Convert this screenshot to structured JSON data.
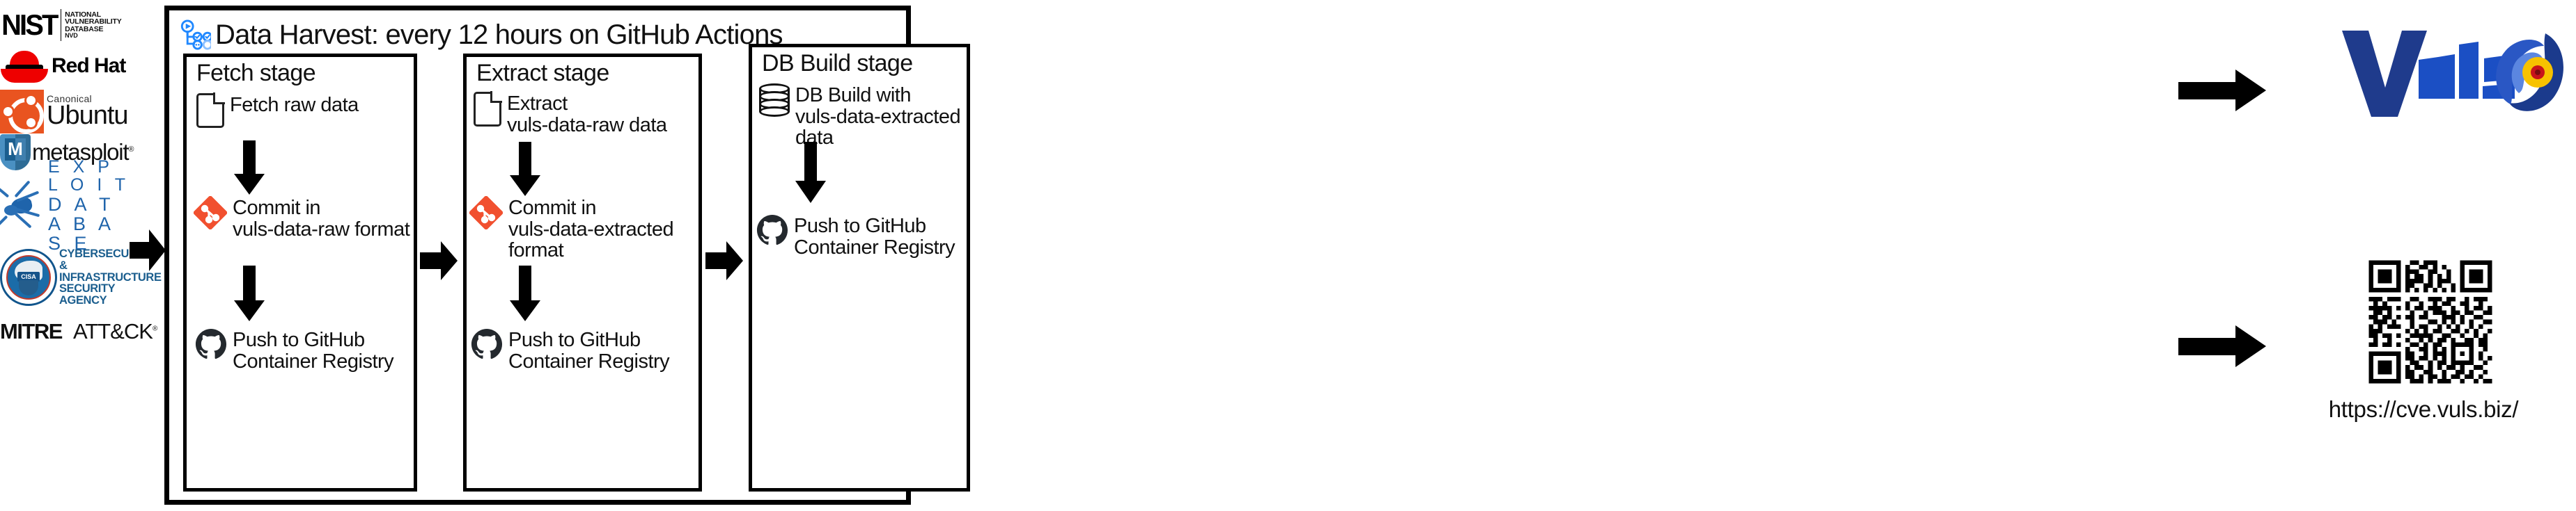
{
  "sources": {
    "label": "vulnerability-data-sources",
    "items": [
      {
        "name": "nist-nvd",
        "mark": "NIST",
        "lines": [
          "NATIONAL VULNERABILITY",
          "DATABASE",
          "NVD"
        ]
      },
      {
        "name": "red-hat",
        "word": "Red Hat"
      },
      {
        "name": "canonical-ubuntu",
        "sub": "Canonical",
        "word": "Ubuntu"
      },
      {
        "name": "metasploit",
        "word": "metasploit",
        "reg": "®"
      },
      {
        "name": "exploit-database",
        "line1": "E X P L O I T",
        "line2": "D A T A B A S E"
      },
      {
        "name": "cisa",
        "seal": "CISA",
        "lines": [
          "CYBERSECURITY &",
          "INFRASTRUCTURE",
          "SECURITY AGENCY"
        ]
      },
      {
        "name": "mitre-attack",
        "left": "MITRE",
        "right": "ATT&CK",
        "reg": "®"
      }
    ]
  },
  "harvest": {
    "icon": "github-actions-icon",
    "title": "Data Harvest: every 12 hours on GitHub Actions",
    "stages": [
      {
        "id": "fetch-stage",
        "title": "Fetch stage",
        "steps": [
          {
            "icon": "document-icon",
            "label": "Fetch raw data"
          },
          {
            "icon": "git-icon",
            "label": "Commit in\nvuls-data-raw format"
          },
          {
            "icon": "github-icon",
            "label": "Push to GitHub\nContainer Registry"
          }
        ]
      },
      {
        "id": "extract-stage",
        "title": "Extract stage",
        "steps": [
          {
            "icon": "document-icon",
            "label": "Extract\nvuls-data-raw data"
          },
          {
            "icon": "git-icon",
            "label": "Commit in\nvuls-data-extracted format"
          },
          {
            "icon": "github-icon",
            "label": "Push to GitHub\nContainer Registry"
          }
        ]
      },
      {
        "id": "db-build-stage",
        "title": "DB Build stage",
        "steps": [
          {
            "icon": "database-icon",
            "label": "DB Build with\nvuls-data-extracted data"
          },
          {
            "icon": "github-icon",
            "label": "Push to GitHub\nContainer Registry"
          }
        ]
      }
    ]
  },
  "outputs": {
    "logo": {
      "name": "vuls-logo",
      "word": "Vuls"
    },
    "qr": {
      "name": "qr-code",
      "alt": "QR code to cve.vuls.biz"
    },
    "url": "https://cve.vuls.biz/"
  },
  "arrows": {
    "sources_to_harvest": "arrow-right",
    "fetch_to_extract": "arrow-right",
    "extract_to_db": "arrow-right",
    "harvest_to_vuls": "arrow-right",
    "harvest_to_qr": "arrow-right",
    "step_down": "arrow-down"
  },
  "colors": {
    "outline": "#000000",
    "git_red": "#f1502f",
    "github_dark": "#24292e",
    "actions_blue": "#2088ff",
    "vuls_navy": "#1f3b8c",
    "vuls_blue": "#1b4fc4",
    "redhat_red": "#ee0000",
    "ubuntu_orange": "#e95420",
    "exploitdb_blue": "#1f64ab",
    "cisa_blue": "#1b5e8e"
  }
}
